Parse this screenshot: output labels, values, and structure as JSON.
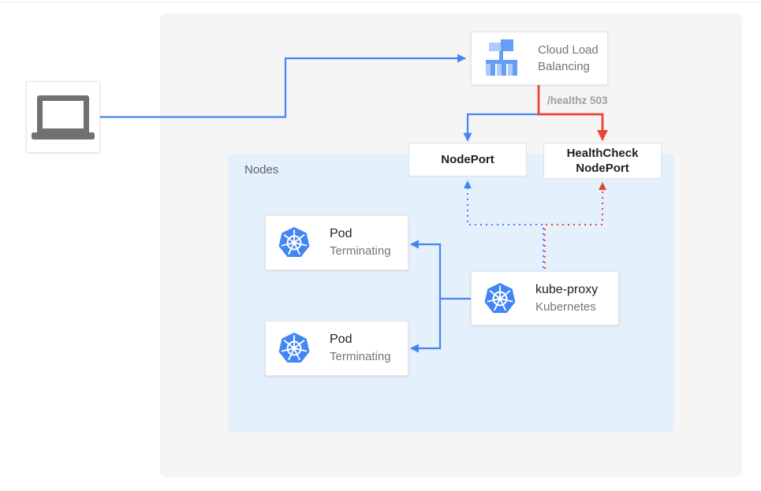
{
  "client": {
    "icon": "laptop-icon"
  },
  "load_balancer": {
    "label": "Cloud Load Balancing",
    "icon": "cloud-load-balancing-icon"
  },
  "healthz": {
    "label": "/healthz 503"
  },
  "nodeport": {
    "label": "NodePort"
  },
  "healthcheck_nodeport": {
    "label": "HealthCheck NodePort"
  },
  "nodes_group": {
    "label": "Nodes"
  },
  "pods": [
    {
      "title": "Pod",
      "status": "Terminating",
      "icon": "kubernetes-icon"
    },
    {
      "title": "Pod",
      "status": "Terminating",
      "icon": "kubernetes-icon"
    }
  ],
  "kube_proxy": {
    "title": "kube-proxy",
    "subtitle": "Kubernetes",
    "icon": "kubernetes-icon"
  },
  "colors": {
    "arrow_blue": "#4285f4",
    "arrow_red": "#ea4335",
    "panel_gray": "#f5f5f5",
    "nodes_blue": "#e4f0fc",
    "text_dark": "#212121",
    "text_gray": "#757575",
    "healthz_gray": "#9aa0a6",
    "k8s_icon_blue": "#4285f4"
  }
}
